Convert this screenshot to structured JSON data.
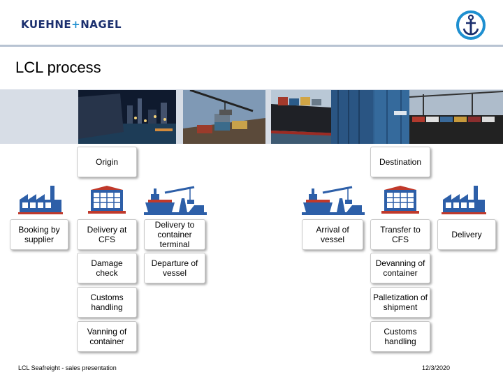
{
  "header": {
    "brand_left": "KUEHNE",
    "brand_plus": "+",
    "brand_right": "NAGEL"
  },
  "slide": {
    "title": "LCL process"
  },
  "origin": {
    "label": "Origin",
    "booking": "Booking by supplier",
    "delivery_cfs": "Delivery at CFS",
    "damage_check": "Damage check",
    "customs": "Customs handling",
    "vanning": "Vanning of container",
    "delivery_terminal": "Delivery to container terminal",
    "departure": "Departure of vessel"
  },
  "destination": {
    "label": "Destination",
    "arrival": "Arrival of vessel",
    "transfer_cfs": "Transfer to CFS",
    "delivery": "Delivery",
    "devanning": "Devanning of container",
    "palletization": "Palletization of shipment",
    "customs": "Customs handling"
  },
  "footer": {
    "left": "LCL Seafreight - sales presentation",
    "date": "12/3/2020"
  },
  "colors": {
    "brand": "#1b2f6e",
    "accent": "#1e8fd0",
    "icon_blue": "#2d5fa8",
    "icon_red": "#c0392b"
  }
}
